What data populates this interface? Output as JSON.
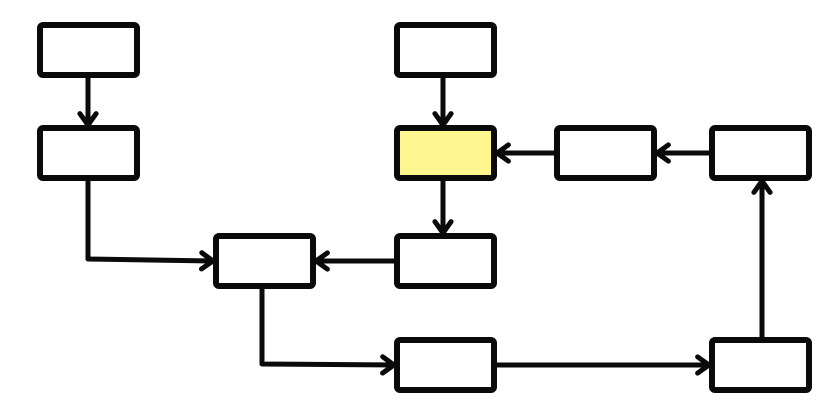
{
  "diagram": {
    "nodes": [
      {
        "id": "n1",
        "label": "",
        "fill": "#ffffff"
      },
      {
        "id": "n2",
        "label": "",
        "fill": "#ffffff"
      },
      {
        "id": "n3",
        "label": "",
        "fill": "#ffffff"
      },
      {
        "id": "n4",
        "label": "",
        "fill": "#ffffff"
      },
      {
        "id": "n5",
        "label": "",
        "fill": "#ffffff"
      },
      {
        "id": "n6",
        "label": "",
        "fill": "#fff68f"
      },
      {
        "id": "n7",
        "label": "",
        "fill": "#ffffff"
      },
      {
        "id": "n8",
        "label": "",
        "fill": "#ffffff"
      },
      {
        "id": "n9",
        "label": "",
        "fill": "#ffffff"
      },
      {
        "id": "n10",
        "label": "",
        "fill": "#ffffff"
      }
    ],
    "edges": [
      {
        "from": "n1",
        "to": "n2"
      },
      {
        "from": "n2",
        "to": "n3"
      },
      {
        "from": "n3",
        "to": "n4"
      },
      {
        "from": "n4",
        "to": "n5"
      },
      {
        "from": "n5",
        "to": "n8"
      },
      {
        "from": "n8",
        "to": "n7"
      },
      {
        "from": "n7",
        "to": "n6"
      },
      {
        "from": "n9",
        "to": "n6"
      },
      {
        "from": "n6",
        "to": "n10"
      },
      {
        "from": "n10",
        "to": "n3"
      }
    ],
    "colors": {
      "stroke": "#0a0a0a",
      "highlight": "#fff68f"
    }
  }
}
